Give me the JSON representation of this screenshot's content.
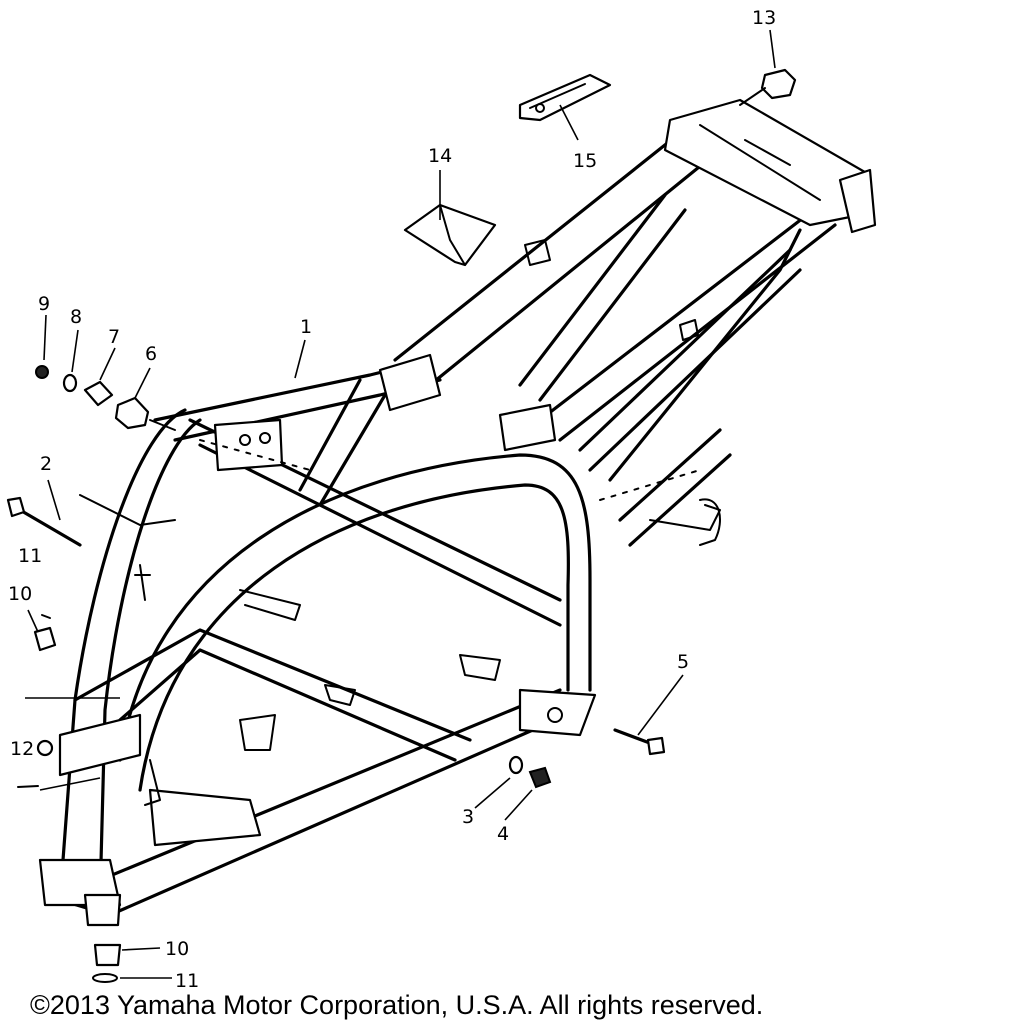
{
  "diagram": {
    "callouts": [
      {
        "id": "c1",
        "label": "1"
      },
      {
        "id": "c2",
        "label": "2"
      },
      {
        "id": "c3",
        "label": "3"
      },
      {
        "id": "c4",
        "label": "4"
      },
      {
        "id": "c5",
        "label": "5"
      },
      {
        "id": "c6",
        "label": "6"
      },
      {
        "id": "c7",
        "label": "7"
      },
      {
        "id": "c8",
        "label": "8"
      },
      {
        "id": "c9",
        "label": "9"
      },
      {
        "id": "c10a",
        "label": "10"
      },
      {
        "id": "c10b",
        "label": "10"
      },
      {
        "id": "c11a",
        "label": "11"
      },
      {
        "id": "c11b",
        "label": "11"
      },
      {
        "id": "c12",
        "label": "12"
      },
      {
        "id": "c13",
        "label": "13"
      },
      {
        "id": "c14",
        "label": "14"
      },
      {
        "id": "c15",
        "label": "15"
      }
    ]
  },
  "footer": {
    "copyright": "©2013 Yamaha Motor Corporation, U.S.A. All rights reserved."
  }
}
